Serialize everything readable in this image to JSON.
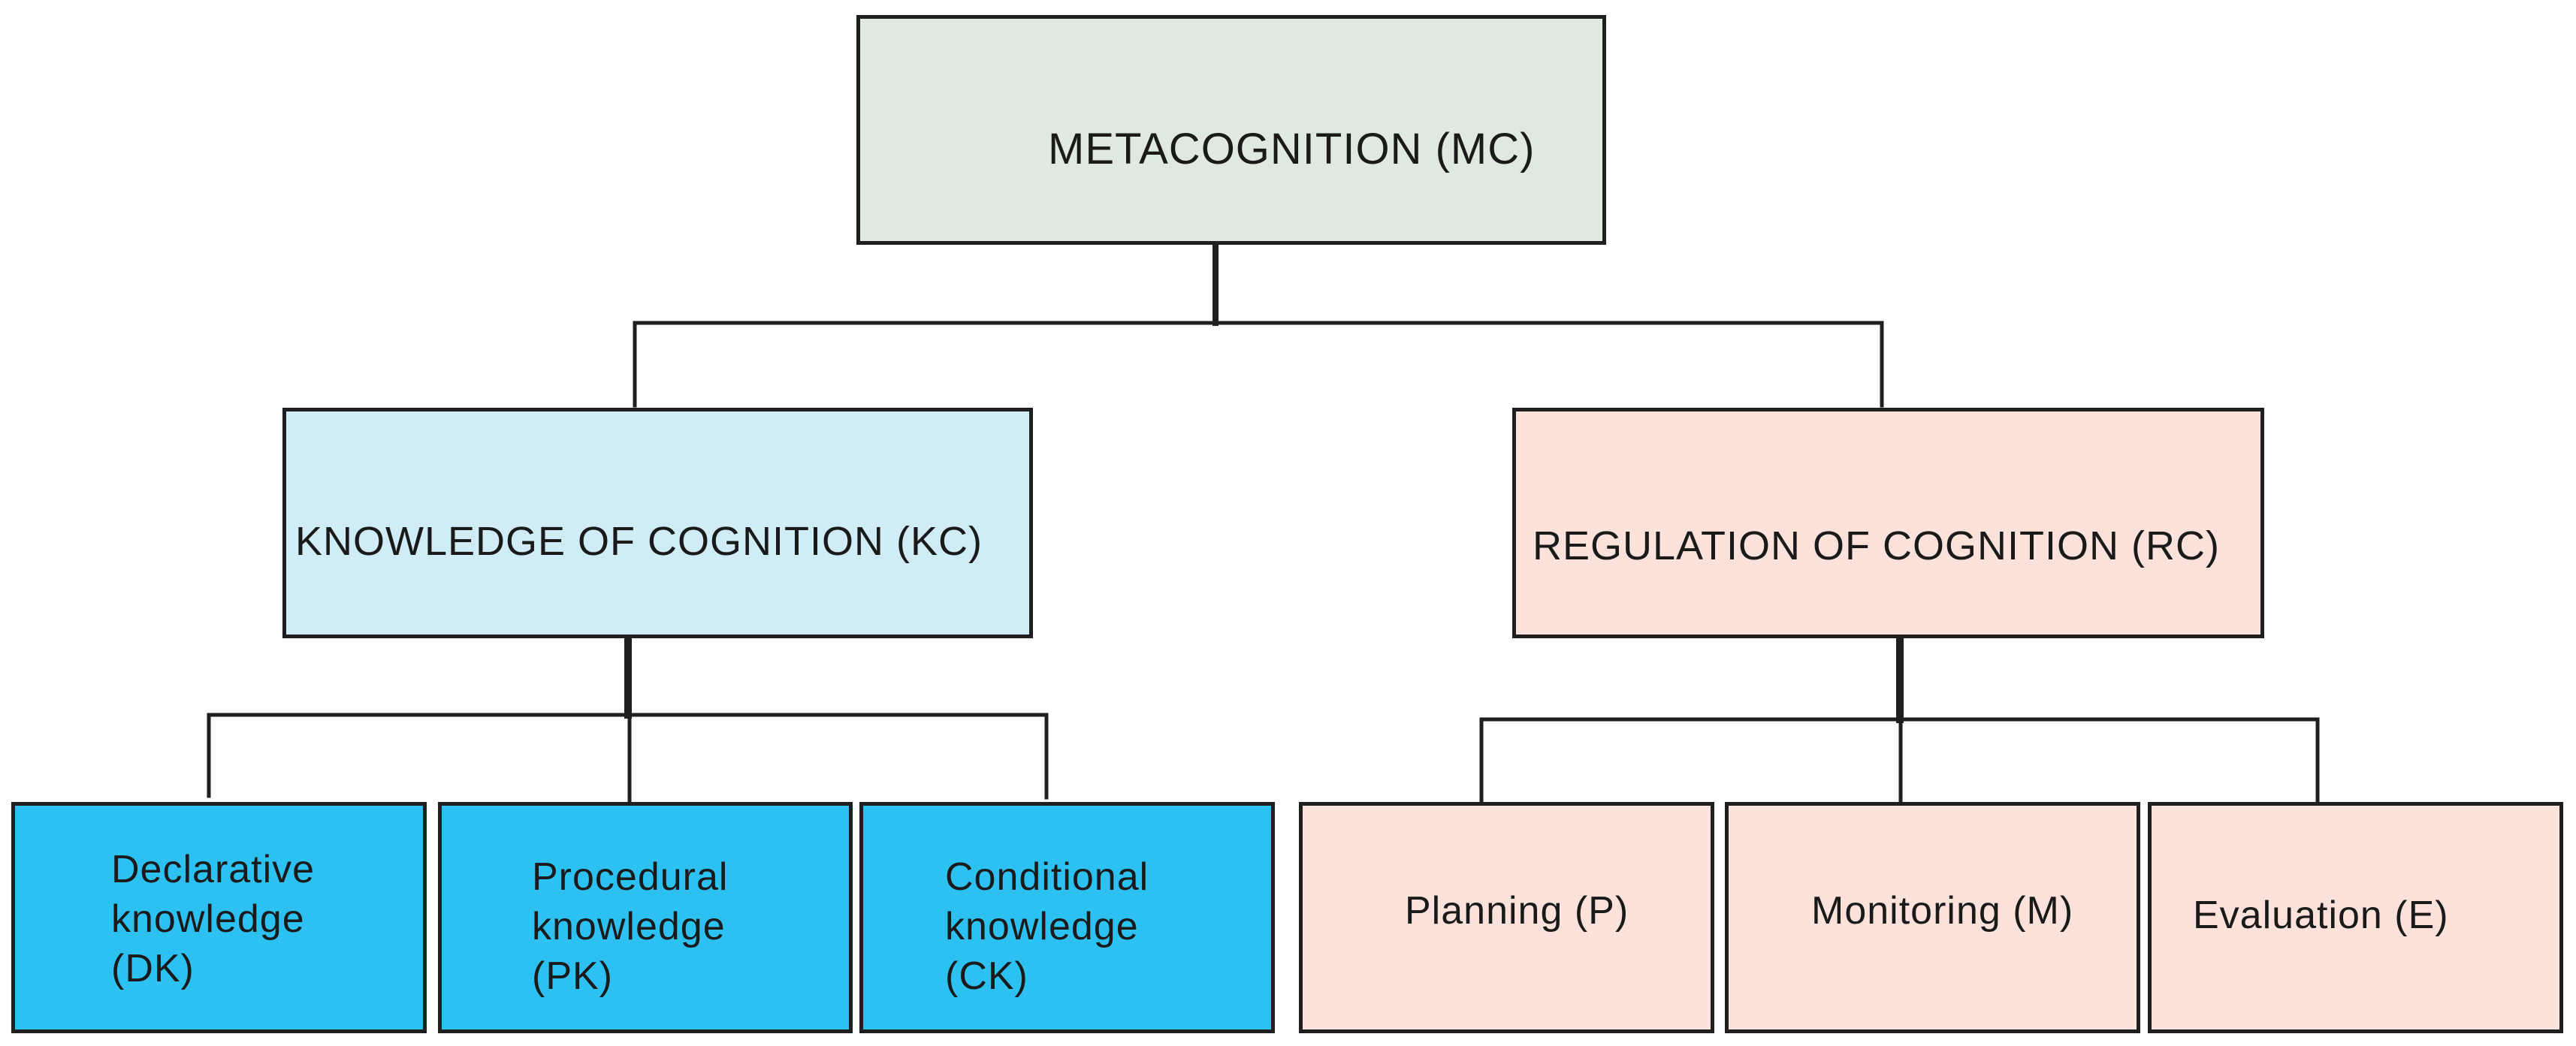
{
  "diagram": {
    "root": {
      "label": "METACOGNITION (MC)"
    },
    "branches": [
      {
        "label": "KNOWLEDGE OF COGNITION (KC)",
        "children": [
          {
            "lines": [
              "Declarative",
              "knowledge",
              "(DK)"
            ]
          },
          {
            "lines": [
              "Procedural",
              "knowledge",
              "(PK)"
            ]
          },
          {
            "lines": [
              "Conditional",
              "knowledge",
              "(CK)"
            ]
          }
        ]
      },
      {
        "label": "REGULATION OF COGNITION (RC)",
        "children": [
          {
            "label": "Planning (P)"
          },
          {
            "label": "Monitoring (M)"
          },
          {
            "label": "Evaluation (E)"
          }
        ]
      }
    ]
  },
  "colors": {
    "root_fill": "#e0e9df",
    "knowledge_fill": "#d0ecf6",
    "knowledge_leaf_fill": "#2dc1f2",
    "regulation_fill": "#fde1db",
    "line": "#1f1f1f"
  }
}
